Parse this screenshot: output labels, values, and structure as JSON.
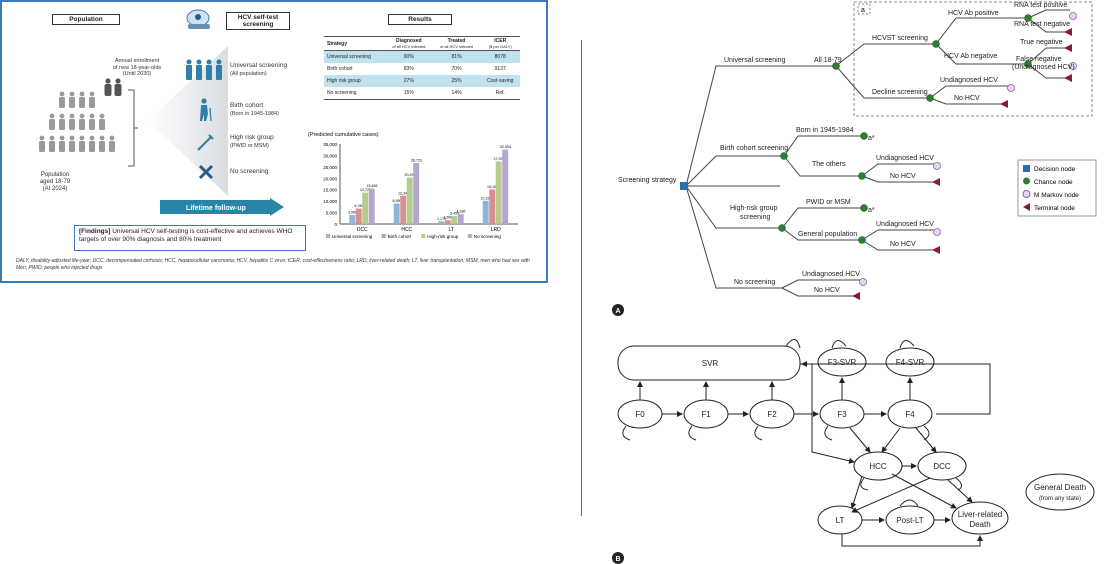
{
  "abstract": {
    "population_header": "Population",
    "selftest_header": "HCV self-test screening",
    "results_header": "Results",
    "enrollment": [
      "Annual enrollment",
      "of new 18-year-olds",
      "(Until 2030)"
    ],
    "population_label": [
      "Population",
      "aged 18-79",
      "(At 2024)"
    ],
    "strategies": [
      {
        "icon": "people-group-icon",
        "label": "Universal screening",
        "sub": "(All population)"
      },
      {
        "icon": "elderly-person-icon",
        "label": "Birth cohort",
        "sub": "(Born in 1945-1984)"
      },
      {
        "icon": "syringe-icon",
        "label": "High risk group",
        "sub": "(PWID or MSM)"
      },
      {
        "icon": "cross-icon",
        "label": "No screening",
        "sub": ""
      }
    ],
    "lifetime": "Lifetime follow-up",
    "findings_tag": "[Findings]",
    "findings_text": "Universal HCV self-testing is cost-effective and achieves WHO targets of over 90% diagnosis and 80% treatment",
    "table": {
      "headers": [
        {
          "h": "Strategy",
          "s": ""
        },
        {
          "h": "Diagnosed",
          "s": "of all HCV infected"
        },
        {
          "h": "Treated",
          "s": "of all HCV infected"
        },
        {
          "h": "ICER",
          "s": "($ per DALY)"
        }
      ],
      "rows": [
        [
          "Universal screening",
          "90%",
          "81%",
          "8078"
        ],
        [
          "Birth cohort",
          "83%",
          "70%",
          "9137"
        ],
        [
          "High risk group",
          "27%",
          "25%",
          "Cost-saving"
        ],
        [
          "No screening",
          "15%",
          "14%",
          "Ref."
        ]
      ]
    },
    "footnote": "DALY, disability-adjusted life-year; DCC, decompensated cirrhosis; HCC, hepatocellular carcinoma; HCV, hepatitis C virus; ICER, cost-effectiveness ratio; LRD, liver-related death; LT, liver transplantation; MSM, men who had sex with Men; PWID, people who injected drugs"
  },
  "chart_data": {
    "type": "bar",
    "title": "(Predicted cumulative cases)",
    "categories": [
      "DCC",
      "HCC",
      "LT",
      "LRD"
    ],
    "ylim": [
      0,
      35000
    ],
    "yticks": [
      "0",
      "5,000",
      "10,000",
      "15,000",
      "20,000",
      "25,000",
      "30,000",
      "35,000"
    ],
    "series": [
      {
        "name": "Universal screening",
        "color": "#8fb3d9",
        "values": [
          3950,
          8950,
          1170,
          10155
        ]
      },
      {
        "name": "Birth cohort",
        "color": "#d98f8f",
        "values": [
          6760,
          12349,
          1650,
          15150
        ]
      },
      {
        "name": "High-risk group",
        "color": "#b5cc8e",
        "values": [
          13722,
          20299,
          3455,
          27391
        ]
      },
      {
        "name": "No screening",
        "color": "#b4a6cf",
        "values": [
          15465,
          26723,
          4336,
          32554
        ]
      }
    ],
    "value_labels": [
      [
        "3,950",
        "6,760",
        "13,722",
        "15,465"
      ],
      [
        "8,950",
        "12,349",
        "20,299",
        "26,723"
      ],
      [
        "1,170",
        "1,650",
        "3,455",
        "4,336"
      ],
      [
        "10,155",
        "15,150",
        "27,391",
        "32,554"
      ]
    ],
    "legend_position": "bottom"
  },
  "tree": {
    "label_a": "a",
    "root": "Screening strategy",
    "universal": "Universal screening",
    "all": "All 18-79",
    "hcvst": "HCVST screening",
    "ab_pos": "HCV Ab positive",
    "rna_pos": "RNA test positive",
    "rna_neg": "RNA test negative",
    "ab_neg": "HCV Ab negative",
    "true_neg": "True negative",
    "false_neg": "False negative",
    "false_neg2": "(Undiagnosed HCV)",
    "decline": "Decline screening",
    "undiag": "Undiagnosed HCV",
    "nohcv": "No HCV",
    "birth": "Birth cohort screening",
    "born": "Born in 1945-1984",
    "astar": "a*",
    "others": "The others",
    "highrisk": "High-risk group",
    "screening": "screening",
    "pwid": "PWID or MSM",
    "general": "General population",
    "noscreen": "No screening",
    "panel": "A"
  },
  "legend": [
    {
      "shape": "square",
      "color": "#2f6db3",
      "label": "Decision node"
    },
    {
      "shape": "circle",
      "color": "#2e7d32",
      "label": "Chance node"
    },
    {
      "shape": "markov",
      "color": "#c9a7d8",
      "label": "M Markov node"
    },
    {
      "shape": "triangle",
      "color": "#8b1a3a",
      "label": "Terminal node"
    }
  ],
  "markov": {
    "states": {
      "svr": "SVR",
      "f0": "F0",
      "f1": "F1",
      "f2": "F2",
      "f3": "F3",
      "f4": "F4",
      "f3svr": "F3-SVR",
      "f4svr": "F4-SVR",
      "hcc": "HCC",
      "dcc": "DCC",
      "lt": "LT",
      "postlt": "Post-LT",
      "lrd1": "Liver-related",
      "lrd2": "Death"
    },
    "general_death": "General Death",
    "general_death_sub": "(from any state)",
    "panel": "B"
  }
}
